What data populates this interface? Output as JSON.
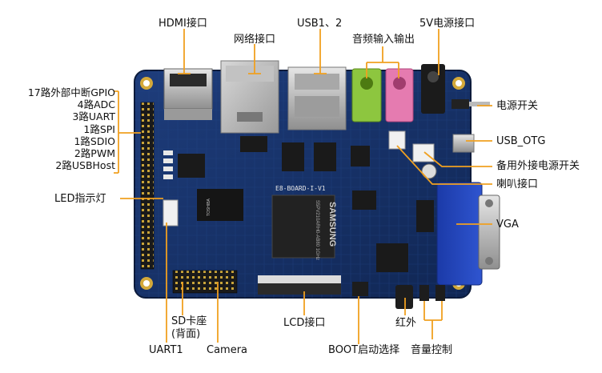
{
  "board": {
    "silkscreen": "E8-BOARD-I-V1",
    "chip_brand": "SAMSUNG",
    "chip_text": "S5PV210ARH0-AB80 1GHz",
    "ram_brand": "TOSHIBA"
  },
  "colors": {
    "leader": "#F0A020",
    "pcb": "#18336A",
    "pcb_dark": "#0E2147",
    "vga": "#2244B8",
    "green_jack": "#8DC63F",
    "pink_jack": "#E57BB0"
  },
  "labels": {
    "hdmi": "HDMI接口",
    "ethernet": "网络接口",
    "usb": "USB1、2",
    "audio": "音频输入输出",
    "power_5v": "5V电源接口",
    "power_switch": "电源开关",
    "usb_otg": "USB_OTG",
    "ext_power_switch": "备用外接电源开关",
    "speaker": "喇叭接口",
    "vga": "VGA",
    "led": "LED指示灯",
    "sd_line1": "SD卡座",
    "sd_line2": "(背面)",
    "uart1": "UART1",
    "camera": "Camera",
    "lcd": "LCD接口",
    "boot": "BOOT启动选择",
    "ir": "红外",
    "volume": "音量控制"
  },
  "gpio_list": [
    "17路外部中断GPIO",
    "4路ADC",
    "3路UART",
    "1路SPI",
    "1路SDIO",
    "2路PWM",
    "2路USBHost"
  ]
}
